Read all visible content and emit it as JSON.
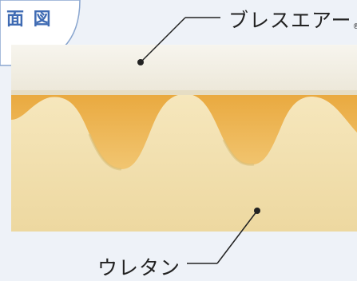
{
  "title": "面 図",
  "labels": {
    "top_layer": "ブレスエアー",
    "top_layer_mark": "®",
    "bottom_layer": "ウレタン"
  },
  "colors": {
    "background": "#eef2f8",
    "badge_text": "#3f6bb3",
    "top_layer": "#f3f0e6",
    "foam_back": "#efbd5c",
    "foam_front": "#f2dfaa",
    "leader_line": "#222222"
  }
}
